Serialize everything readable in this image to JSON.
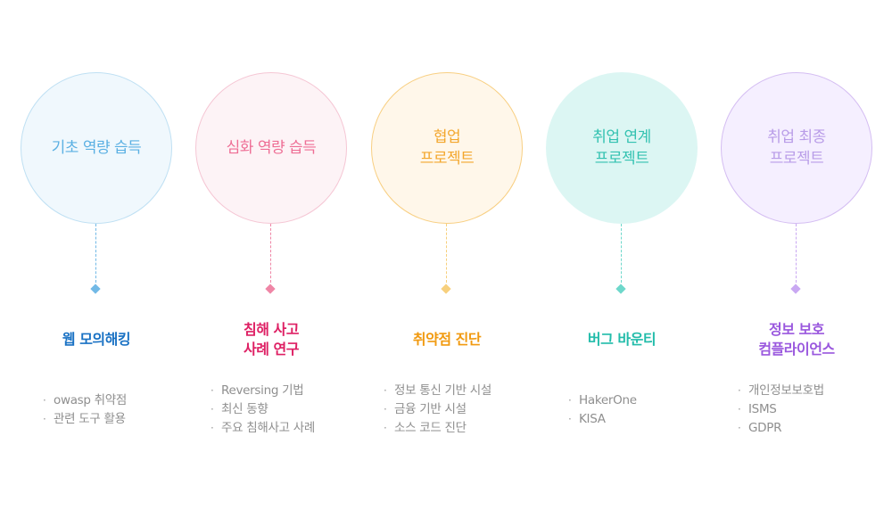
{
  "columns": [
    {
      "circle_lines": [
        "기초 역량 습득"
      ],
      "title_lines": [
        "웹 모의해킹"
      ],
      "items": [
        "owasp 취약점",
        "관련 도구 활용"
      ],
      "colors": {
        "circle_bg": "#f0f8fd",
        "circle_border": "#bfe0f3",
        "circle_text": "#5bb0e3",
        "accent": "#72b9e6",
        "title": "#1a72c4"
      }
    },
    {
      "circle_lines": [
        "심화 역량 습득"
      ],
      "title_lines": [
        "침해 사고",
        "사례 연구"
      ],
      "items": [
        "Reversing 기법",
        "최신 동향",
        "주요 침해사고 사례"
      ],
      "colors": {
        "circle_bg": "#fdf3f6",
        "circle_border": "#f5c6d4",
        "circle_text": "#ee6e95",
        "accent": "#ef86a6",
        "title": "#de2064"
      }
    },
    {
      "circle_lines": [
        "협업",
        "프로젝트"
      ],
      "title_lines": [
        "취약점 진단"
      ],
      "items": [
        "정보 통신 기반 시설",
        "금융 기반 시설",
        "소스 코드 진단"
      ],
      "colors": {
        "circle_bg": "#fff7ea",
        "circle_border": "#f8cf82",
        "circle_text": "#f3a72e",
        "accent": "#f7d07d",
        "title": "#f19a10"
      }
    },
    {
      "circle_lines": [
        "취업 연계",
        "프로젝트"
      ],
      "title_lines": [
        "버그 바운티"
      ],
      "items": [
        "HakerOne",
        "KISA"
      ],
      "colors": {
        "circle_bg": "#dcf6f3",
        "circle_border": "#dcf6f3",
        "circle_text": "#33c2b1",
        "accent": "#6ed8cb",
        "title": "#22bcaa"
      }
    },
    {
      "circle_lines": [
        "취업 최종",
        "프로젝트"
      ],
      "title_lines": [
        "정보 보호",
        "컴플라이언스"
      ],
      "items": [
        "개인정보보호법",
        "ISMS",
        "GDPR"
      ],
      "colors": {
        "circle_bg": "#f5efff",
        "circle_border": "#d4bdf2",
        "circle_text": "#b99de8",
        "accent": "#c9a8f2",
        "title": "#9a58de"
      }
    }
  ]
}
